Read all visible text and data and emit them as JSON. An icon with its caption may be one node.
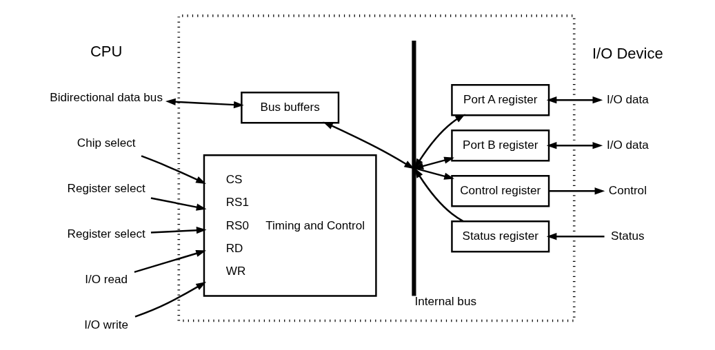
{
  "diagram": {
    "nodes": [
      {
        "text": [],
        "shape": "box"
      },
      {
        "text": [
          "Bus buffers"
        ],
        "in": 0
      },
      {
        "text": [
          "CS",
          "RS1",
          "RS0",
          "RD",
          "WR",
          "Timing and Control"
        ],
        "in": 0
      },
      {
        "text": [],
        "shape": "bar",
        "beside": [
          "Internal bus"
        ],
        "in": 0
      },
      {
        "text": [
          "Port A register"
        ],
        "in": 0
      },
      {
        "text": [
          "Port B register"
        ],
        "in": 0
      },
      {
        "text": [
          "Control register"
        ],
        "in": 0
      },
      {
        "text": [
          "Status register"
        ],
        "in": 0
      },
      {
        "text": [
          "Bidirectional data bus"
        ]
      },
      {
        "text": [
          "Chip select"
        ]
      },
      {
        "text": [
          "Register select"
        ]
      },
      {
        "text": [
          "Register select"
        ]
      },
      {
        "text": [
          "I/O read"
        ]
      },
      {
        "text": [
          "I/O write"
        ]
      },
      {
        "text": [
          "I/O data"
        ]
      },
      {
        "text": [
          "I/O data"
        ]
      },
      {
        "text": [
          "Control"
        ]
      },
      {
        "text": [
          "Status"
        ]
      }
    ],
    "edges": [
      {
        "from": 8,
        "to": 1,
        "arrow": "both"
      },
      {
        "from": 9,
        "to": 2,
        "arrow": "to"
      },
      {
        "from": 10,
        "to": 2,
        "arrow": "to"
      },
      {
        "from": 11,
        "to": 2,
        "arrow": "to"
      },
      {
        "from": 12,
        "to": 2,
        "arrow": "to"
      },
      {
        "from": 13,
        "to": 2,
        "arrow": "to"
      },
      {
        "from": 1,
        "to": 3,
        "arrow": "both"
      },
      {
        "from": 3,
        "to": 4,
        "arrow": "both"
      },
      {
        "from": 3,
        "to": 5,
        "arrow": "both"
      },
      {
        "from": 3,
        "to": 6,
        "arrow": "to"
      },
      {
        "from": 7,
        "to": 3,
        "arrow": "to"
      },
      {
        "from": 4,
        "to": 14,
        "arrow": "both"
      },
      {
        "from": 5,
        "to": 15,
        "arrow": "both"
      },
      {
        "from": 6,
        "to": 16,
        "arrow": "to"
      },
      {
        "from": 17,
        "to": 7,
        "arrow": "to"
      }
    ],
    "labels": [
      "CPU",
      "I/O Device"
    ]
  }
}
